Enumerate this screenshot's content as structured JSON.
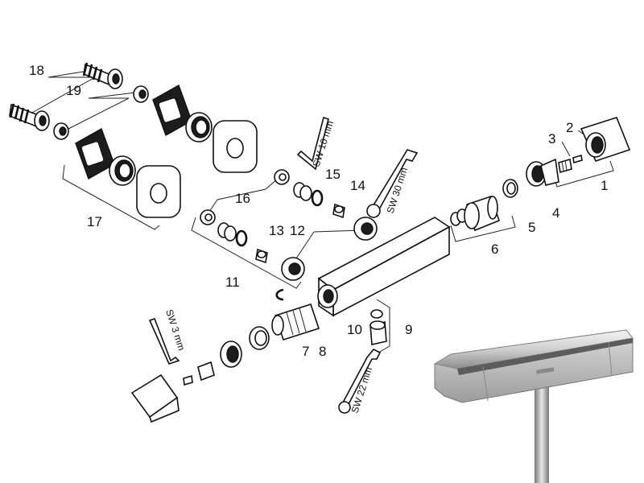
{
  "callouts": [
    {
      "id": "1",
      "text": "1"
    },
    {
      "id": "2",
      "text": "2"
    },
    {
      "id": "3",
      "text": "3"
    },
    {
      "id": "4",
      "text": "4"
    },
    {
      "id": "5",
      "text": "5"
    },
    {
      "id": "6",
      "text": "6"
    },
    {
      "id": "7",
      "text": "7"
    },
    {
      "id": "8",
      "text": "8"
    },
    {
      "id": "9",
      "text": "9"
    },
    {
      "id": "10",
      "text": "10"
    },
    {
      "id": "11",
      "text": "11"
    },
    {
      "id": "12",
      "text": "12"
    },
    {
      "id": "13",
      "text": "13"
    },
    {
      "id": "14",
      "text": "14"
    },
    {
      "id": "15",
      "text": "15"
    },
    {
      "id": "16",
      "text": "16"
    },
    {
      "id": "17",
      "text": "17"
    },
    {
      "id": "18",
      "text": "18"
    },
    {
      "id": "19",
      "text": "19"
    }
  ],
  "tools": {
    "sw10": "SW 10 mm",
    "sw30": "SW 30 mm",
    "sw3": "SW 3 mm",
    "sw22": "SW 22 mm"
  },
  "colors": {
    "line": "#111111",
    "chrome_light": "#e6e6e6",
    "chrome_dark": "#7a7a7a"
  }
}
